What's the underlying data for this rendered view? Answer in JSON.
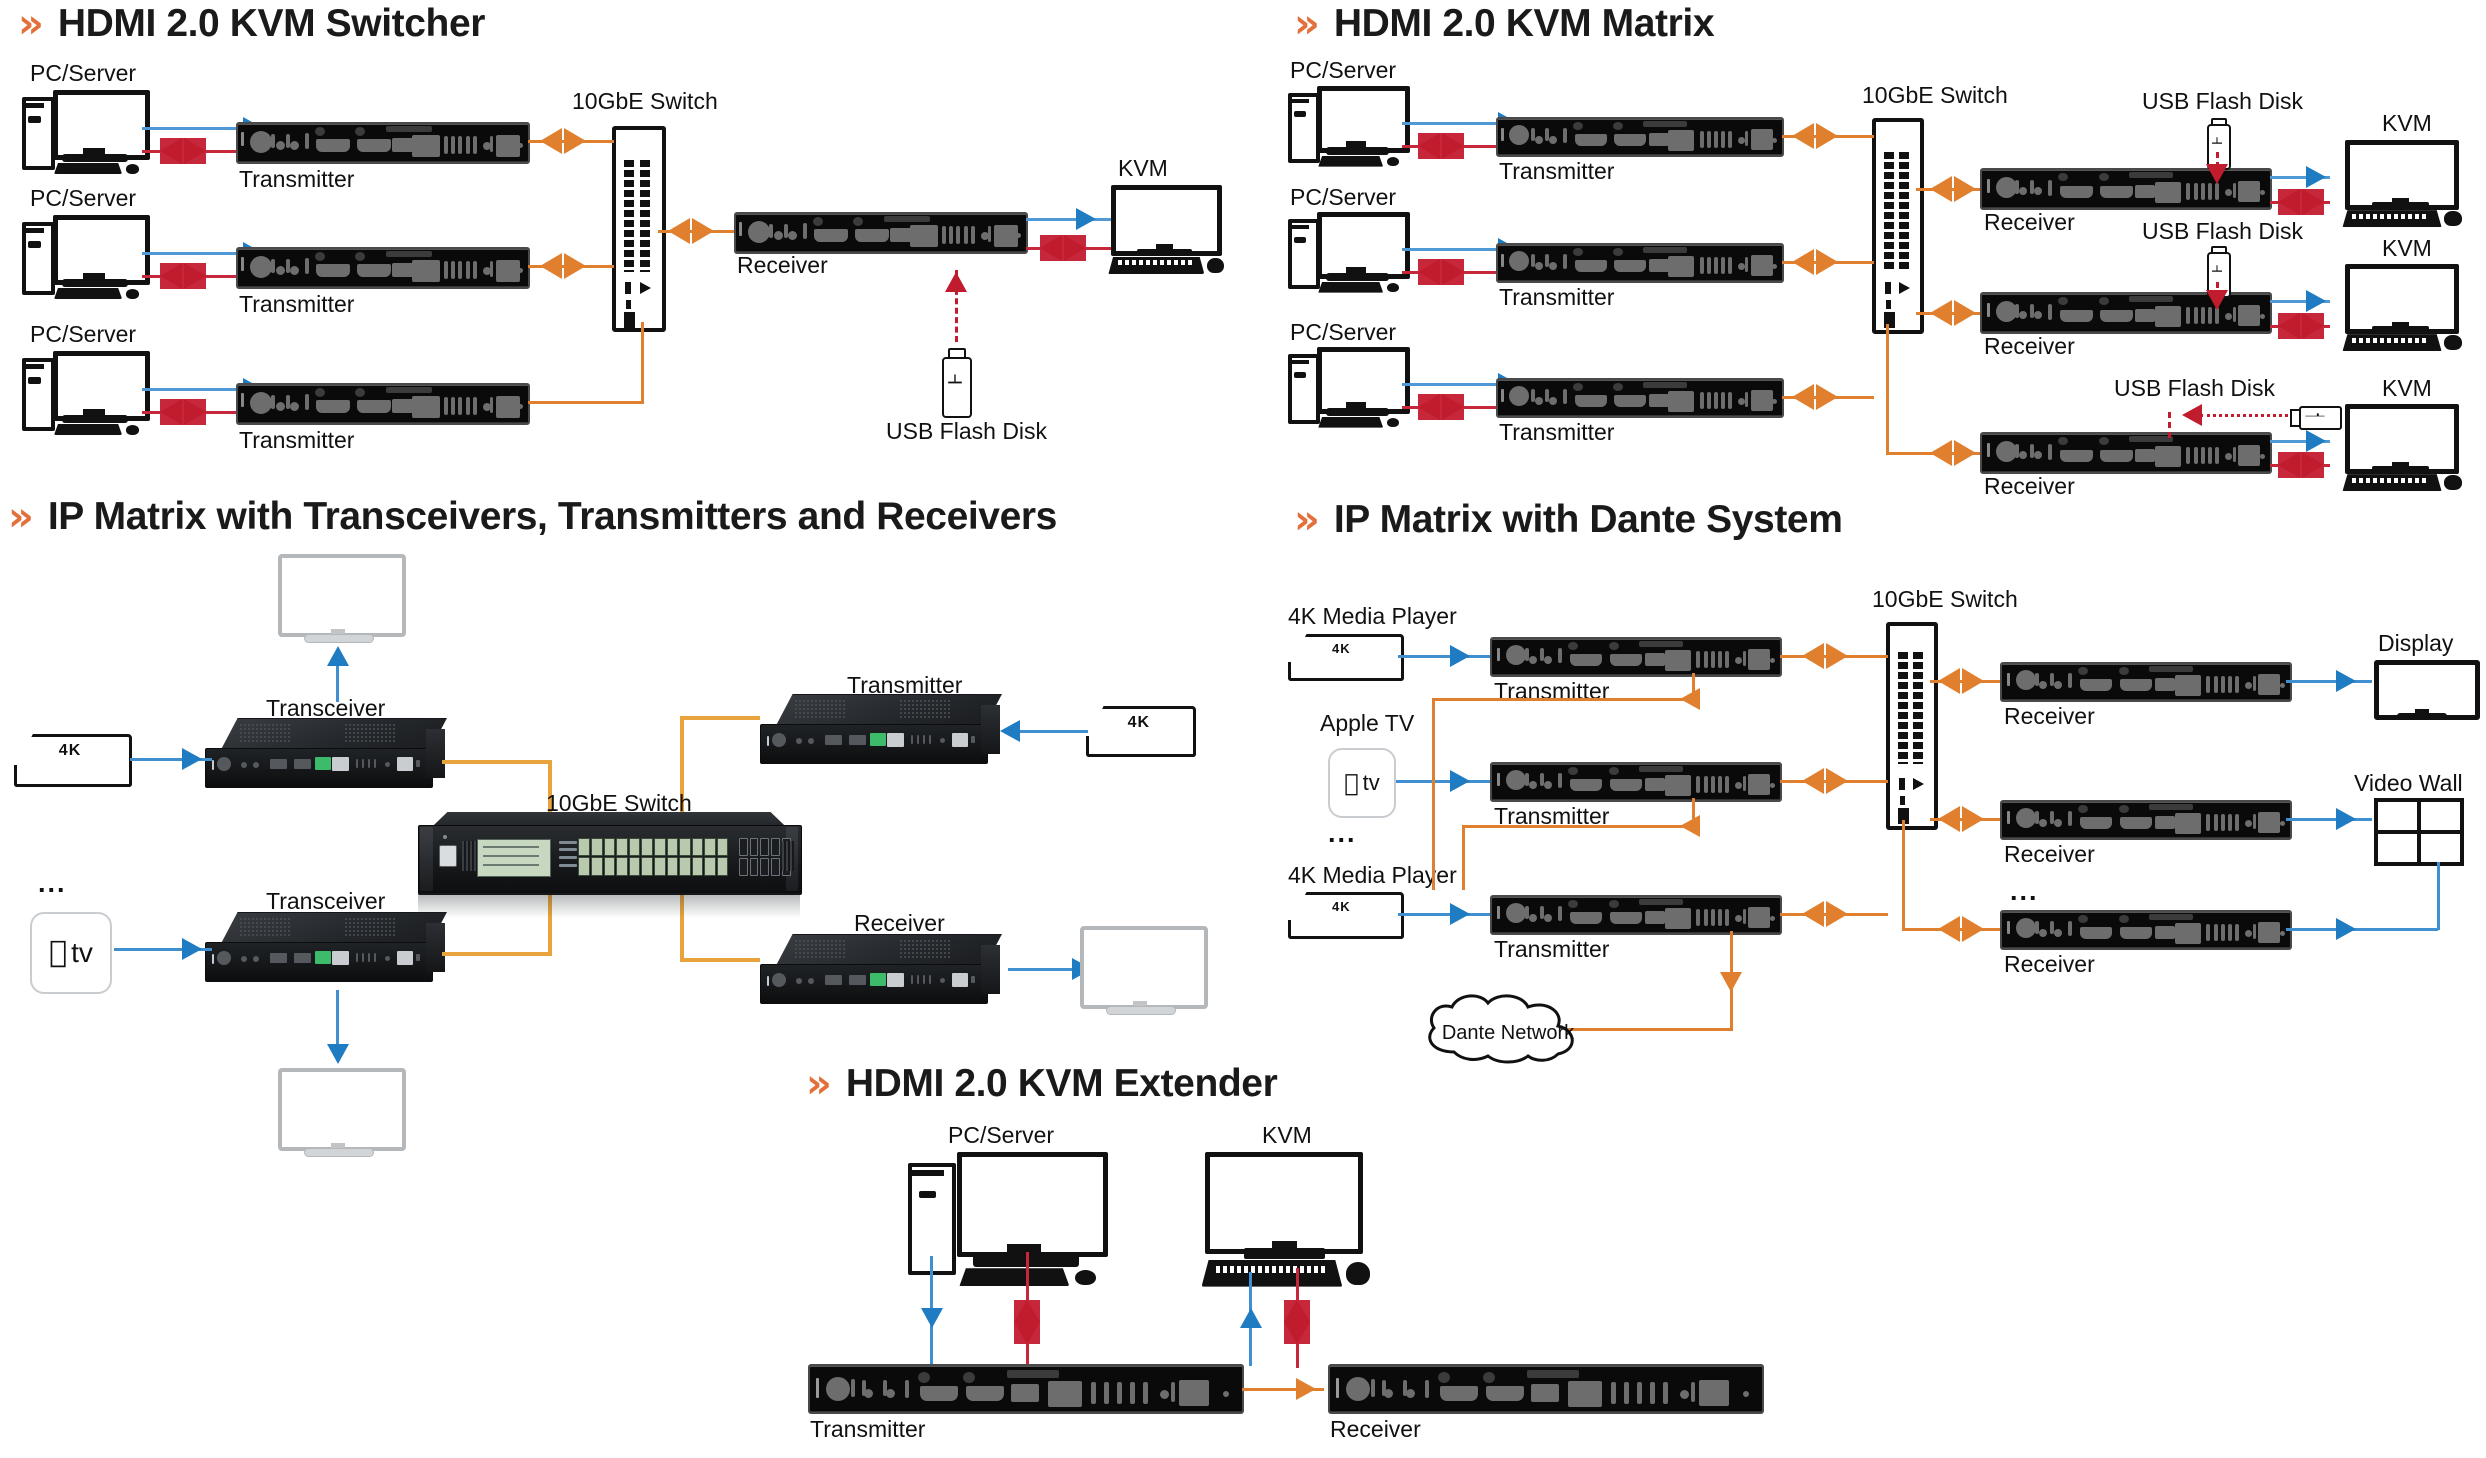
{
  "page": {
    "title": "AV-over-IP / HDMI 2.0 KVM application diagrams",
    "accent_color": "#E3703B",
    "line_colors": {
      "video_blue": "#4f9ad6",
      "usb_red": "#c6273b",
      "network_orange": "#E0802F",
      "fiber_gold": "#E8A33D"
    }
  },
  "sections": {
    "kvm_switcher": {
      "chevron": "»",
      "title": "HDMI 2.0 KVM Switcher",
      "labels": {
        "pc1": "PC/Server",
        "pc2": "PC/Server",
        "pc3": "PC/Server",
        "tx1": "Transmitter",
        "tx2": "Transmitter",
        "tx3": "Transmitter",
        "switch": "10GbE  Switch",
        "receiver": "Receiver",
        "kvm": "KVM",
        "usb": "USB Flash Disk"
      }
    },
    "kvm_matrix": {
      "chevron": "»",
      "title": "HDMI 2.0 KVM Matrix",
      "labels": {
        "pc1": "PC/Server",
        "pc2": "PC/Server",
        "pc3": "PC/Server",
        "tx1": "Transmitter",
        "tx2": "Transmitter",
        "tx3": "Transmitter",
        "switch": "10GbE  Switch",
        "rx1": "Receiver",
        "rx2": "Receiver",
        "rx3": "Receiver",
        "usb1": "USB Flash Disk",
        "usb2": "USB Flash Disk",
        "usb3": "USB Flash Disk",
        "kvm1": "KVM",
        "kvm2": "KVM",
        "kvm3": "KVM"
      }
    },
    "ip_matrix_transceivers": {
      "chevron": "»",
      "title": "IP Matrix with Transceivers, Transmitters and Receivers",
      "labels": {
        "transceiver1": "Transceiver",
        "transceiver2": "Transceiver",
        "transmitter": "Transmitter",
        "receiver": "Receiver",
        "switch": "10GbE Switch",
        "source_4k_left": "4K",
        "source_4k_right": "4K",
        "apple_tv": "tv",
        "ellipsis": "..."
      }
    },
    "ip_matrix_dante": {
      "chevron": "»",
      "title": "IP Matrix with Dante System",
      "labels": {
        "src1": "4K Media Player",
        "src2": "Apple TV",
        "src3": "4K Media Player",
        "src_ellipsis": "...",
        "tx1": "Transmitter",
        "tx2": "Transmitter",
        "tx3": "Transmitter",
        "switch": "10GbE Switch",
        "rx1": "Receiver",
        "rx2": "Receiver",
        "rx3": "Receiver",
        "rx_ellipsis": "...",
        "display": "Display",
        "video_wall": "Video  Wall",
        "dante_cloud": "Dante  Network",
        "apple_tv_glyph": "tv",
        "media_player_glyph": "4K"
      }
    },
    "kvm_extender": {
      "chevron": "»",
      "title": "HDMI 2.0 KVM Extender",
      "labels": {
        "pc": "PC/Server",
        "kvm": "KVM",
        "transmitter": "Transmitter",
        "receiver": "Receiver"
      }
    }
  }
}
